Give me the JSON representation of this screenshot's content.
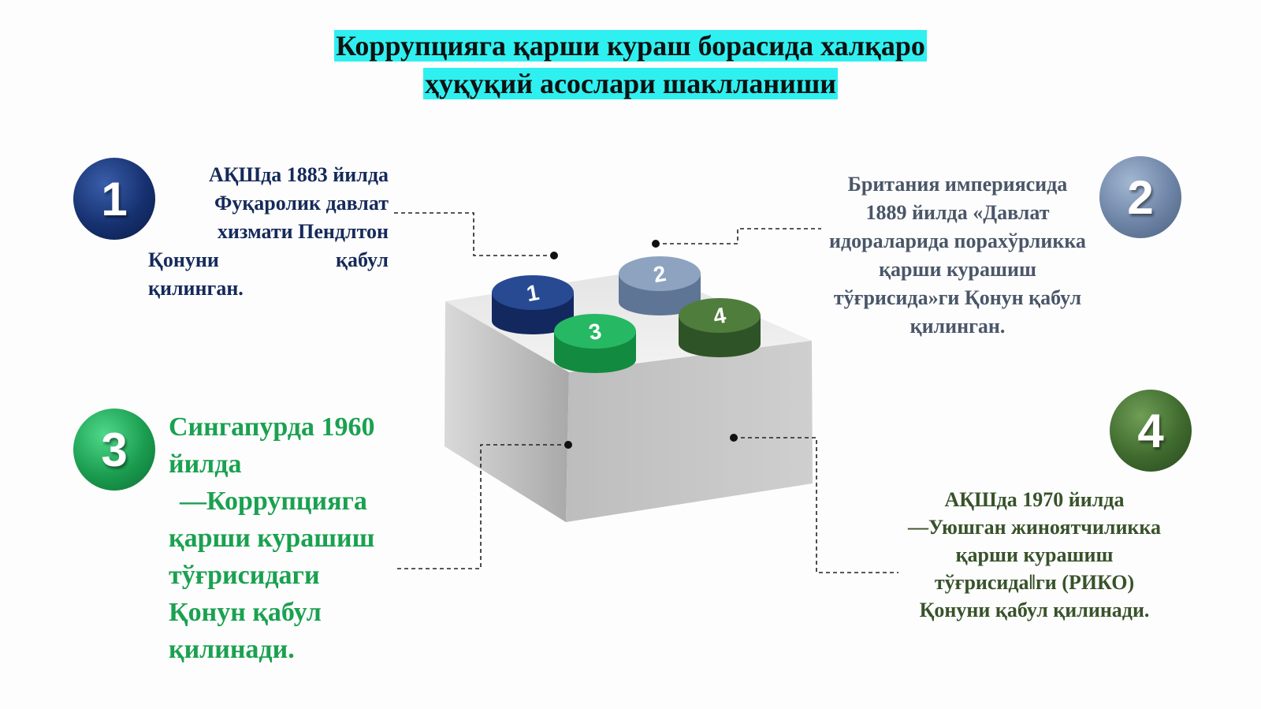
{
  "title": {
    "line1": "Коррупцияга қарши кураш борасида халқаро",
    "line2": "ҳуқуқий асослари шаклланиши"
  },
  "items": [
    {
      "number": "1",
      "color": "#163170",
      "lines": [
        "АҚШда 1883 йилда",
        "Фуқаролик давлат",
        "хизмати Пендлтон",
        "Қонуни қабул",
        "қилинган."
      ]
    },
    {
      "number": "2",
      "color": "#6d84a6",
      "lines": [
        "Британия империясида",
        "1889 йилда «Давлат",
        "идораларида порахўрликка",
        "қарши курашиш",
        "тўғрисида»ги Қонун қабул",
        "қилинган."
      ]
    },
    {
      "number": "3",
      "color": "#1a9c4f",
      "lines": [
        "Сингапурда 1960",
        "йилда",
        "—Коррупцияга",
        "қарши курашиш",
        "тўғрисидаги",
        "Қонун қабул",
        "қилинади."
      ]
    },
    {
      "number": "4",
      "color": "#3f6a2e",
      "lines": [
        "АҚШда 1970 йилда",
        "―Уюшган жиноятчиликка",
        "қарши курашиш",
        "тўғрисида‖ги (РИКО)",
        "Қонуни қабул қилинади."
      ]
    }
  ]
}
